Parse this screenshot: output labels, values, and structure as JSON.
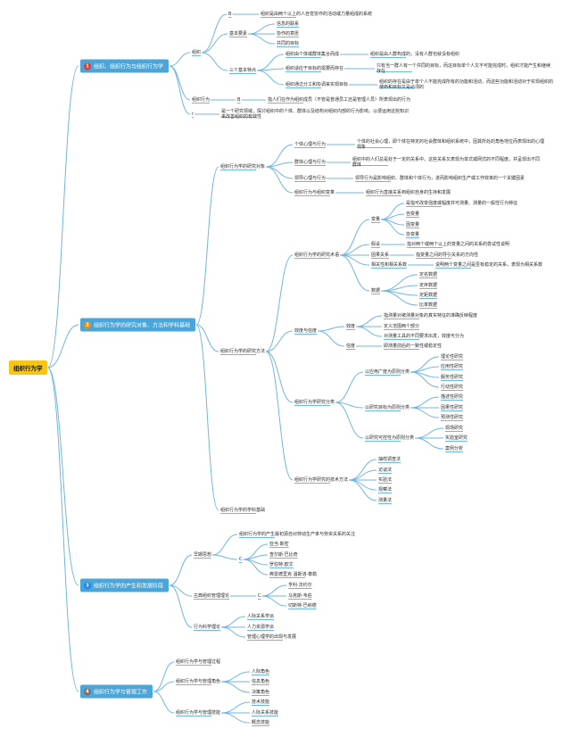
{
  "root": "组织行为学",
  "topics": [
    {
      "id": "t1",
      "num": "1",
      "label": "组织、组织行为与组织行为学",
      "badge_color": "#e53935"
    },
    {
      "id": "t2",
      "num": "2",
      "label": "组织行为学的研究对象、方法和学科基础",
      "badge_color": "#fb8c00"
    },
    {
      "id": "t3",
      "num": "3",
      "label": "组织行为学的产生和发展阶段",
      "badge_color": "#1e88e5"
    },
    {
      "id": "t4",
      "num": "4",
      "label": "组织行为学与管理工作",
      "badge_color": "#8d6e63"
    }
  ],
  "nodes": [
    {
      "id": "org",
      "label": "组织"
    },
    {
      "id": "orgB",
      "label": "B"
    },
    {
      "id": "orgB_d",
      "label": "组织是由两个以上的人自觉协作的活动或力量组成的系统"
    },
    {
      "id": "basic",
      "label": "基本要素"
    },
    {
      "id": "e1",
      "label": "信息的联系"
    },
    {
      "id": "e2",
      "label": "协作的意愿"
    },
    {
      "id": "e3",
      "label": "共同的目标"
    },
    {
      "id": "three",
      "label": "三个基本特点"
    },
    {
      "id": "f1",
      "label": "组织由个体或群体集合而成"
    },
    {
      "id": "f1d",
      "label": "组织是由人群构成的，没有人群也就没有组织"
    },
    {
      "id": "f2",
      "label": "组织适应于目标的需要而存在"
    },
    {
      "id": "f2d",
      "label": "只有当一群人有一个共同的目标，而这目标单个人又不可能完成时，组织才能产生和继续存在"
    },
    {
      "id": "f3",
      "label": "组织通过分工和协调来实现目标"
    },
    {
      "id": "f3d",
      "label": "组织的存在是由于单个人不能完成所有的功能和活动，而这些功能和活动对于实现组织的使命和目标又是必须的"
    },
    {
      "id": "ob",
      "label": "组织行为"
    },
    {
      "id": "obB",
      "label": "B"
    },
    {
      "id": "obBd",
      "label": "指人们在作为组织成员（不管是普通员工还是管理人员）所表现出的行为"
    },
    {
      "id": "obsC",
      "label": "r"
    },
    {
      "id": "obsCd",
      "label": "是一个研究领域，探讨组织中的个体、群体以及结构对组织内部的行为影响，以便运用这些知识来改善组织的有效性"
    },
    {
      "id": "obj",
      "label": "组织行为学的研究对象"
    },
    {
      "id": "o1",
      "label": "个体心理与行为"
    },
    {
      "id": "o1d",
      "label": "个体的社会心理，即个体在特定的社会群体和组织系统中，因其所处的角色地位而表现出的心理现象"
    },
    {
      "id": "o2",
      "label": "群体心理与行为"
    },
    {
      "id": "o2d",
      "label": "组织中的人们总是处于一定的关系中，这些关系又表现为单式或网式的不同程度，并呈现出不同群体"
    },
    {
      "id": "o3",
      "label": "领导心理与行为"
    },
    {
      "id": "o3d",
      "label": "领导行为是影响组织、群体和个体行为，进而影响组织生产或工作效率的一个关键因素"
    },
    {
      "id": "o4",
      "label": "组织行为与组织变革"
    },
    {
      "id": "o4d",
      "label": "组织行为直接关系到组织自身的生存和发展"
    },
    {
      "id": "term",
      "label": "组织行为学的研究术语"
    },
    {
      "id": "var",
      "label": "变量"
    },
    {
      "id": "v0",
      "label": "是指可改变强度或幅度并可测量、测量的一般性行为特征"
    },
    {
      "id": "v1",
      "label": "自变量"
    },
    {
      "id": "v2",
      "label": "因变量"
    },
    {
      "id": "v3",
      "label": "协变量"
    },
    {
      "id": "hyp",
      "label": "假设"
    },
    {
      "id": "hypd",
      "label": "指对两个或两个以上的变量之间的关系的尝试性说明"
    },
    {
      "id": "cause",
      "label": "因果关系"
    },
    {
      "id": "caused",
      "label": "指变量之间的导引关系的方向性"
    },
    {
      "id": "corr",
      "label": "相关性和相关系数"
    },
    {
      "id": "corrd",
      "label": "说明两个变量之间是否有稳定的关系，表现为相关系数"
    },
    {
      "id": "data",
      "label": "数据"
    },
    {
      "id": "d1",
      "label": "定名数据"
    },
    {
      "id": "d2",
      "label": "定序数据"
    },
    {
      "id": "d3",
      "label": "定距数据"
    },
    {
      "id": "d4",
      "label": "比率数据"
    },
    {
      "id": "meth",
      "label": "组织行为学的研究方法"
    },
    {
      "id": "valid",
      "label": "效度与信度"
    },
    {
      "id": "val",
      "label": "效度"
    },
    {
      "id": "val1",
      "label": "指测量对被测量对象的真实特征的准确反映程度"
    },
    {
      "id": "val2",
      "label": "定义范围两个部分"
    },
    {
      "id": "val3",
      "label": "对测量工具的不同要求出发，效度可分为"
    },
    {
      "id": "rel",
      "label": "信度"
    },
    {
      "id": "reld",
      "label": "即测量前后的一致性或稳定性"
    },
    {
      "id": "cls",
      "label": "组织行为学研究分类"
    },
    {
      "id": "c1",
      "label": "以应用广度为原则分类"
    },
    {
      "id": "c11",
      "label": "理论性研究"
    },
    {
      "id": "c12",
      "label": "应用性研究"
    },
    {
      "id": "c13",
      "label": "服务性研究"
    },
    {
      "id": "c14",
      "label": "行动性研究"
    },
    {
      "id": "c2",
      "label": "以研究目标为原则分类"
    },
    {
      "id": "c21",
      "label": "描述性研究"
    },
    {
      "id": "c22",
      "label": "因果性研究"
    },
    {
      "id": "c23",
      "label": "预测性研究"
    },
    {
      "id": "c3",
      "label": "以研究可控性为原则分类"
    },
    {
      "id": "c31",
      "label": "现场研究"
    },
    {
      "id": "c32",
      "label": "实验室研究"
    },
    {
      "id": "c33",
      "label": "案例分析"
    },
    {
      "id": "tech",
      "label": "组织行为学研究的技术方法"
    },
    {
      "id": "tk1",
      "label": "抽样调查法"
    },
    {
      "id": "tk2",
      "label": "访谈法"
    },
    {
      "id": "tk3",
      "label": "实验法"
    },
    {
      "id": "tk4",
      "label": "观察法"
    },
    {
      "id": "tk5",
      "label": "测量法"
    },
    {
      "id": "base",
      "label": "组织行为学的学科基础"
    },
    {
      "id": "early",
      "label": "早期思想"
    },
    {
      "id": "early0",
      "label": "组织行为学的产生最初源自对劳动生产率与劳资关系的关注"
    },
    {
      "id": "earlyC",
      "label": "C"
    },
    {
      "id": "p1",
      "label": "亚当·斯密"
    },
    {
      "id": "p2",
      "label": "查尔斯·巴比奇"
    },
    {
      "id": "p3",
      "label": "罗伯特·欧文"
    },
    {
      "id": "p4",
      "label": "弗雷德里克·温斯洛·泰勒"
    },
    {
      "id": "classic",
      "label": "古典组织管理理论"
    },
    {
      "id": "classicC",
      "label": "C"
    },
    {
      "id": "q1",
      "label": "亨利·法约尔"
    },
    {
      "id": "q2",
      "label": "马克斯·韦伯"
    },
    {
      "id": "q3",
      "label": "切斯特·巴纳德"
    },
    {
      "id": "behav",
      "label": "行为科学理论"
    },
    {
      "id": "b1",
      "label": "人际关系学派"
    },
    {
      "id": "b2",
      "label": "人力资源学派"
    },
    {
      "id": "b3",
      "label": "管理心理学的出现与发展"
    },
    {
      "id": "m1",
      "label": "组织行为学与管理过程"
    },
    {
      "id": "m2",
      "label": "组织行为学与管理角色"
    },
    {
      "id": "m21",
      "label": "人际角色"
    },
    {
      "id": "m22",
      "label": "信息角色"
    },
    {
      "id": "m23",
      "label": "决策角色"
    },
    {
      "id": "m3",
      "label": "组织行为学与管理技能"
    },
    {
      "id": "m31",
      "label": "技术技能"
    },
    {
      "id": "m32",
      "label": "人际关系技能"
    },
    {
      "id": "m33",
      "label": "概念技能"
    }
  ]
}
